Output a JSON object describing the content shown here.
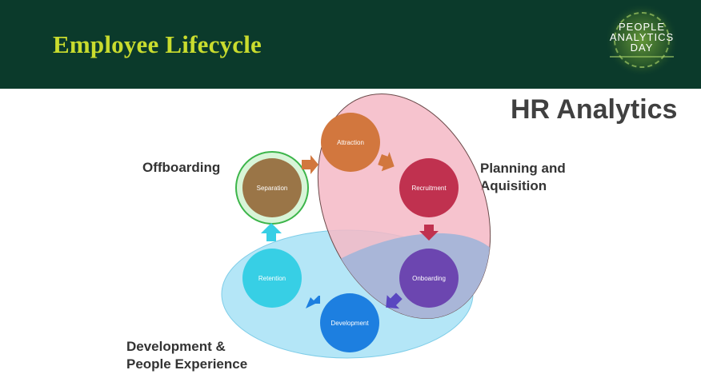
{
  "header": {
    "title": "Employee Lifecycle",
    "logo": {
      "line1": "PEOPLE",
      "line2": "ANALYTICS",
      "line3": "DAY",
      "icon": "globe-logo"
    }
  },
  "main": {
    "heading": "HR Analytics",
    "groups": {
      "offboarding": "Offboarding",
      "planning_line1": "Planning and",
      "planning_line2": "Aquisition",
      "development_line1": "Development &",
      "development_line2": "People Experience"
    },
    "stages": {
      "attraction": "Attraction",
      "recruitment": "Recruitment",
      "onboarding": "Onboarding",
      "development": "Development",
      "retention": "Retention",
      "separation": "Separation"
    }
  },
  "colors": {
    "header_bg": "#0b3a2b",
    "title": "#c9dc2e",
    "planning_region": "#f4b8c6",
    "development_region": "#b4e6f7",
    "attraction": "#d2773e",
    "recruitment": "#c0314f",
    "onboarding": "#6c46b0",
    "development": "#1d7fe0",
    "retention": "#37cfe5",
    "separation": "#9a7547"
  }
}
